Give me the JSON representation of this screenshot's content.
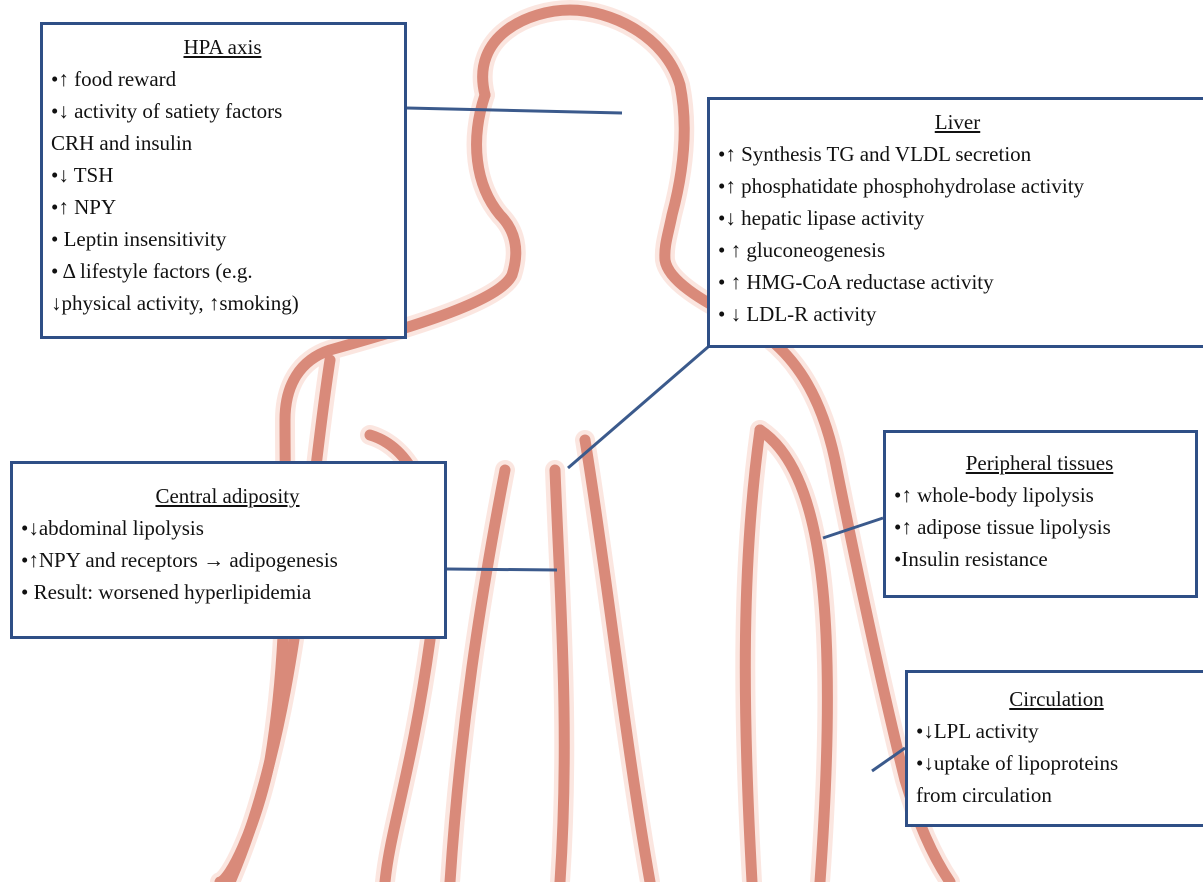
{
  "hpa_axis": {
    "title": "HPA axis",
    "items": [
      "•↑ food reward",
      "•↓ activity of satiety factors",
      "CRH and insulin",
      "•↓ TSH",
      "•↑ NPY",
      "• Leptin insensitivity",
      "• Δ lifestyle factors (e.g.",
      "↓physical activity, ↑smoking)"
    ]
  },
  "liver": {
    "title": "Liver",
    "items": [
      "•↑ Synthesis TG and VLDL  secretion",
      "•↑ phosphatidate phosphohydrolase activity",
      "•↓ hepatic lipase activity",
      "• ↑ gluconeogenesis",
      "• ↑ HMG-CoA reductase activity",
      "• ↓ LDL-R activity"
    ]
  },
  "central_adiposity": {
    "title": "Central adiposity",
    "items": [
      "•↓abdominal lipolysis",
      "•↑NPY and receptors → adipogenesis",
      "• Result: worsened hyperlipidemia"
    ]
  },
  "peripheral_tissues": {
    "title": "Peripheral tissues",
    "items": [
      "•↑ whole-body lipolysis",
      "•↑ adipose tissue lipolysis",
      "•Insulin resistance"
    ]
  },
  "circulation": {
    "title": "Circulation",
    "items": [
      "•↓LPL activity",
      "•↓uptake of lipoproteins",
      "from circulation"
    ]
  },
  "colors": {
    "box_border": "#2f4f86",
    "connector": "#3b5a8c",
    "silhouette": "#d98a7a",
    "silhouette_edge": "#fbe6e0"
  }
}
